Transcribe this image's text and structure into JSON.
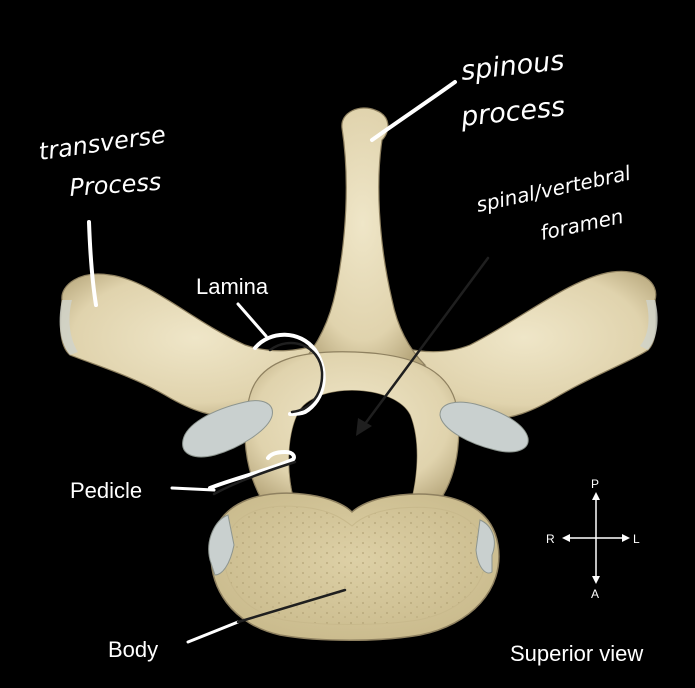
{
  "labels": {
    "transverse_process": [
      "transverse",
      "Process"
    ],
    "spinous_process": [
      "spinous",
      "process"
    ],
    "spinal_foramen": [
      "spinal/vertebral",
      "foramen"
    ],
    "lamina": "Lamina",
    "pedicle": "Pedicle",
    "body": "Body",
    "view": "Superior view"
  },
  "compass": {
    "up": "P",
    "down": "A",
    "left": "R",
    "right": "L"
  },
  "colors": {
    "background": "#000000",
    "bone": "#e4d8b4",
    "bone_shadow": "#b9ab82",
    "facet": "#c7cfcf",
    "annotation": "#ffffff",
    "leader": "#2a2a2a"
  }
}
